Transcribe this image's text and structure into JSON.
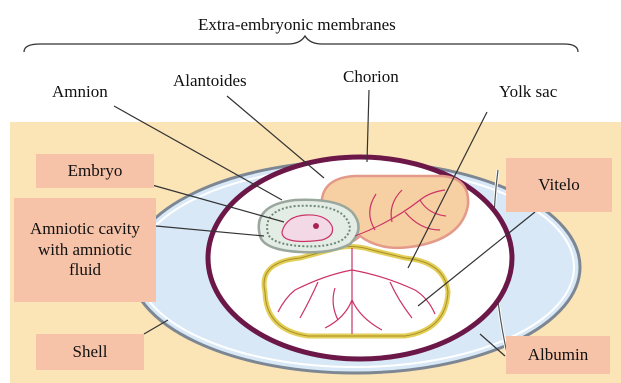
{
  "heading": "Extra-embryonic membranes",
  "labels": {
    "amnion": "Amnion",
    "alantoides": "Alantoides",
    "chorion": "Chorion",
    "yolk_sac": "Yolk sac",
    "embryo": "Embryo",
    "amniotic_cavity": "Amniotic cavity with amniotic fluid",
    "vitelo": "Vitelo",
    "shell": "Shell",
    "albumin": "Albumin"
  },
  "colors": {
    "background_band": "#fbe4b6",
    "label_box": "#f6c3a8",
    "albumin": "#d8e8f7",
    "shell_outline": "#7d8794",
    "chorion": "#6b1748",
    "yolk_border": "#e3cf57",
    "allantois_fill": "#f6cfa2",
    "vessels": "#cc3366"
  }
}
